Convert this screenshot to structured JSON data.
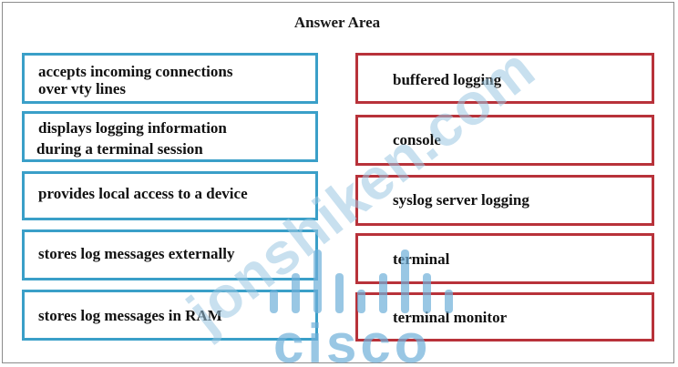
{
  "header": {
    "title": "Answer Area"
  },
  "left_items": [
    {
      "line1": "accepts incoming connections",
      "line2": "over vty lines"
    },
    {
      "line1": "displays logging information",
      "line2": "during a terminal session"
    },
    {
      "line1": "provides local access to a device",
      "line2": ""
    },
    {
      "line1": "stores log messages externally",
      "line2": ""
    },
    {
      "line1": "stores log messages in RAM",
      "line2": ""
    }
  ],
  "right_items": [
    "buffered logging",
    "console",
    "syslog server logging",
    "terminal",
    "terminal monitor"
  ],
  "watermark": {
    "site": "jonshiken.com",
    "brand": "cisco",
    "color": "#7fb6d9"
  },
  "colors": {
    "left_border": "#3a9fc8",
    "right_border": "#b8323a"
  }
}
